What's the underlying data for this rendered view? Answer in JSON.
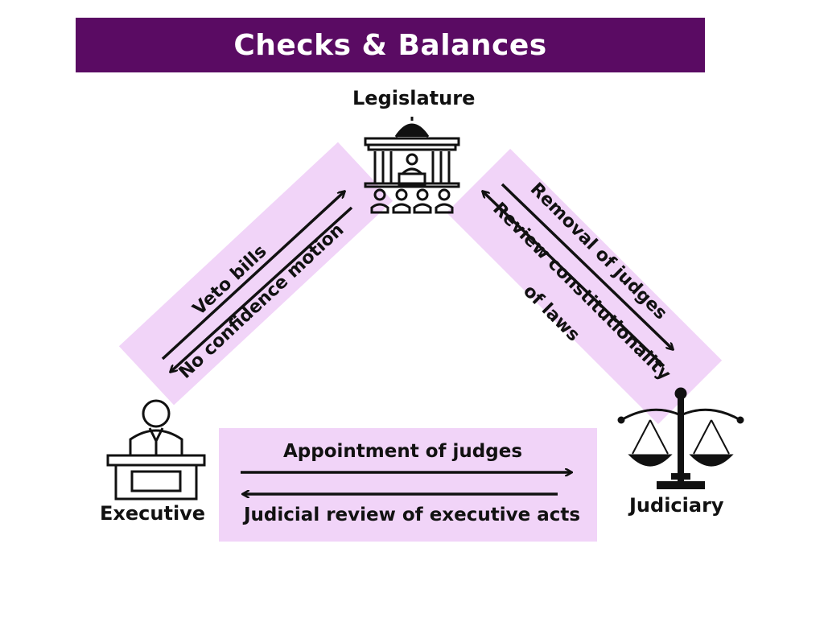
{
  "title": "Checks & Balances",
  "nodes": {
    "legislature": "Legislature",
    "executive": "Executive",
    "judiciary": "Judiciary"
  },
  "relations": {
    "exec_leg_top": "Veto bills",
    "exec_leg_bottom": "No confidence motion",
    "leg_jud_top": "Removal of judges",
    "leg_jud_bottom_1": "Review constitutionality",
    "leg_jud_bottom_2": "of laws",
    "exec_jud_top": "Appointment of judges",
    "exec_jud_bottom": "Judicial review of executive acts"
  },
  "colors": {
    "title_bar": "#5a0b63",
    "band": "#f1d4f8",
    "ink": "#111111"
  },
  "icons": {
    "legislature": "parliament-building-icon",
    "executive": "person-at-desk-icon",
    "judiciary": "scales-of-justice-icon"
  }
}
